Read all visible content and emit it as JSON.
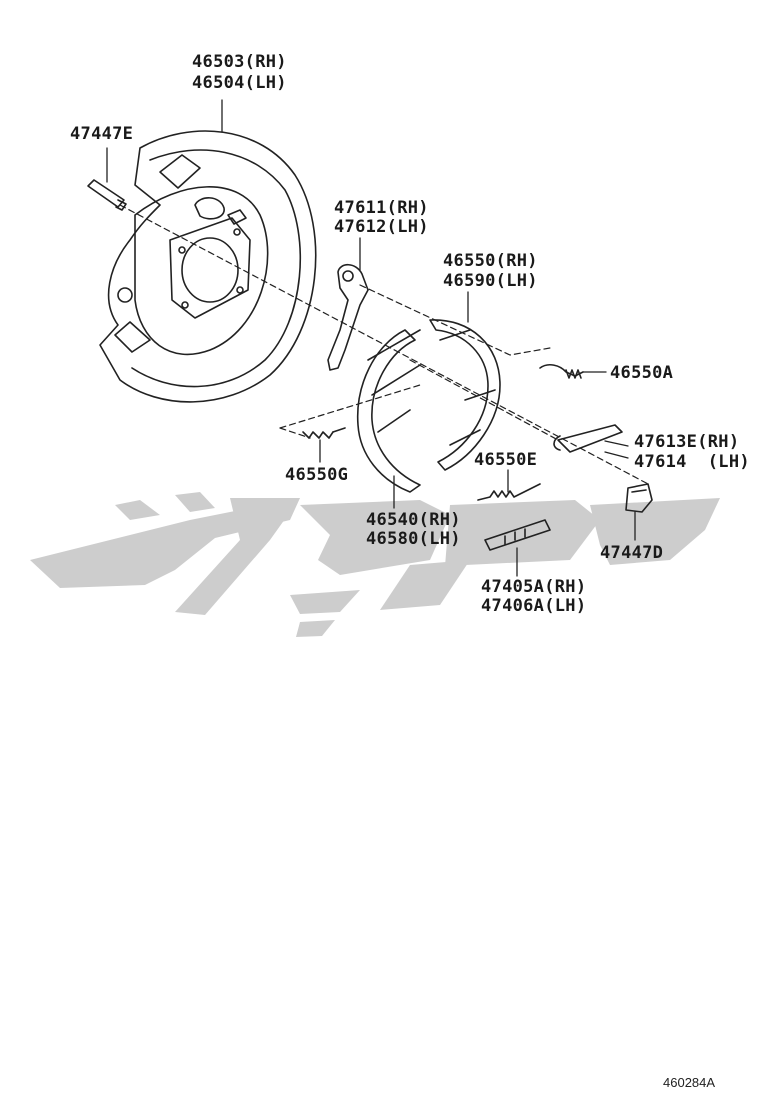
{
  "labels": {
    "backing_plate": {
      "rh": "46503(RH)",
      "lh": "46504(LH)"
    },
    "bolt": "47447E",
    "lever": {
      "rh": "47611(RH)",
      "lh": "47612(LH)"
    },
    "shoe_rear": {
      "rh": "46550(RH)",
      "lh": "46590(LH)"
    },
    "spring_a": "46550A",
    "strut": {
      "rh": "47613E(RH)",
      "lh": "47614  (LH)"
    },
    "spring_g": "46550G",
    "spring_e": "46550E",
    "shoe_front": {
      "rh": "46540(RH)",
      "lh": "46580(LH)"
    },
    "plug": "47447D",
    "adjuster": {
      "rh": "47405A(RH)",
      "lh": "47406A(LH)"
    }
  },
  "diagram_code": "460284A",
  "colors": {
    "line": "#222222",
    "watermark": "#c8c8c8"
  }
}
